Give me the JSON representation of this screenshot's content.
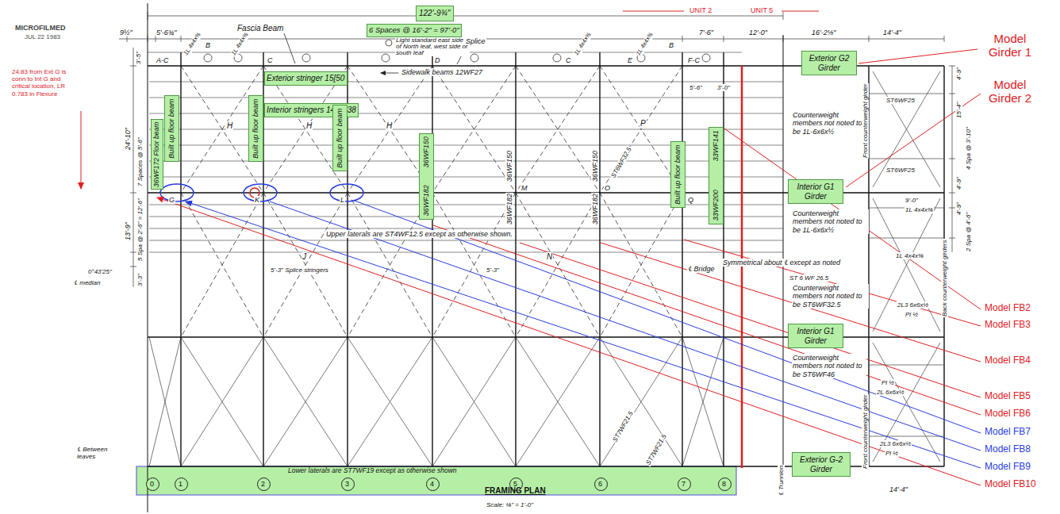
{
  "diagram": {
    "title": "FRAMING PLAN",
    "nodes": [
      {
        "text": [
          "122'-9¾\""
        ]
      },
      {
        "text": [
          "6 Spaces @ 16'-2\" = 97'-0\""
        ]
      },
      {
        "text": [
          "Exterior stringer 15[50"
        ]
      },
      {
        "text": [
          "Interior stringers 14WF38"
        ]
      },
      {
        "text": [
          "36WF172 Floor beam"
        ]
      },
      {
        "text": [
          "Built up floor beam"
        ]
      },
      {
        "text": [
          "Built up floor beam"
        ]
      },
      {
        "text": [
          "Built up floor beam"
        ]
      },
      {
        "text": [
          "36WF150",
          "36WF182"
        ]
      },
      {
        "text": [
          "Built up floor beam"
        ]
      },
      {
        "text": [
          "33WF141",
          "33WF200"
        ]
      },
      {
        "text": [
          "Exterior G2 Girder"
        ]
      },
      {
        "text": [
          "Interior G1 Girder"
        ]
      },
      {
        "text": [
          "Interior G1 Girder"
        ]
      },
      {
        "text": [
          "Exterior G-2 Girder"
        ]
      },
      {
        "text": [
          "0"
        ]
      },
      {
        "text": [
          "1"
        ]
      },
      {
        "text": [
          "2"
        ]
      },
      {
        "text": [
          "3"
        ]
      },
      {
        "text": [
          "4"
        ]
      },
      {
        "text": [
          "5"
        ]
      },
      {
        "text": [
          "6"
        ]
      },
      {
        "text": [
          "7"
        ]
      },
      {
        "text": [
          "8"
        ]
      }
    ],
    "labels": [
      "MICROFILMED",
      "JUL 22 1983",
      "24.83 from Ext G is conn to Int G and critical location, LR 0.783 in Flexure",
      "9½\"",
      "5'-6¾\"",
      "Fascia Beam",
      "Light standard east side of North leaf, west side of south leaf",
      "Splice",
      "Sidewalk beams 12WF27",
      "A-C",
      "B",
      "C",
      "D",
      "C",
      "E",
      "B",
      "F-C",
      "1L 4x4x⅜",
      "1L 4x4x⅜",
      "1L 4x4x⅜",
      "1L 4x4x⅜",
      "7'-6\"",
      "12'-0\"",
      "16'-2⅛\"",
      "14'-4\"",
      "UNIT 2",
      "UNIT 5",
      "5'-6\"",
      "3'-0\"",
      "H",
      "H",
      "H",
      "P",
      "ST6WF32.5",
      "G",
      "K",
      "L",
      "M",
      "O",
      "Q",
      "J",
      "N",
      "36WF150",
      "36WF182",
      "36WF150",
      "36WF182",
      "Upper laterals are ST4WF12.5 except as otherwise shown.",
      "5'-3\" Splice stringers",
      "5'-3\"",
      "℄ Bridge",
      "Symmetrical about ℄ except as noted",
      "Counterweight members not noted to be 1L-6x6x½",
      "ST6WF25",
      "ST6WF25",
      "Counterweight members not noted to be 1L-6x6x½",
      "ST 6 WF 26.5",
      "Counterweight members not noted to be ST6WF32.5",
      "9'-0\"",
      "1L 4x4x⅜",
      "1L 4x4x⅜",
      "2L3 6x6x½",
      "Pl ½",
      "Counterweight members not noted to be ST6WF46",
      "Pl ½",
      "2L 6x6x½",
      "2L3 6x6x½",
      "Pl ½",
      "Front counterweight girder",
      "Front counterweight girder",
      "Back counterweight girders",
      "4'-9\"",
      "15'-4\"",
      "4 Spa @ 3'-10\"",
      "4'-9\"",
      "4'-9\"",
      "2 Spa @ 4'-6\"",
      "14'-4\"",
      "3'-5\"",
      "24'-10\"",
      "7 Spaces @ 5'-6\"",
      "13'-9\"",
      "5 Spa @ 2'-6\" = 12'-6\"",
      "3'-3\"",
      "0°43'25\"",
      "℄ median",
      "℄ Between leaves",
      "ST7WF21.5",
      "ST7WF21.5",
      "Lower laterals are ST7WF19 except as otherwise shown",
      "Scale: ⅛\" = 1'-0\"",
      "℄ Trunnion",
      "Model Girder 1",
      "Model Girder 2",
      "Model FB2",
      "Model FB3",
      "Model FB4",
      "Model FB5",
      "Model FB6",
      "Model FB7",
      "Model FB8",
      "Model FB9",
      "Model FB10"
    ]
  }
}
